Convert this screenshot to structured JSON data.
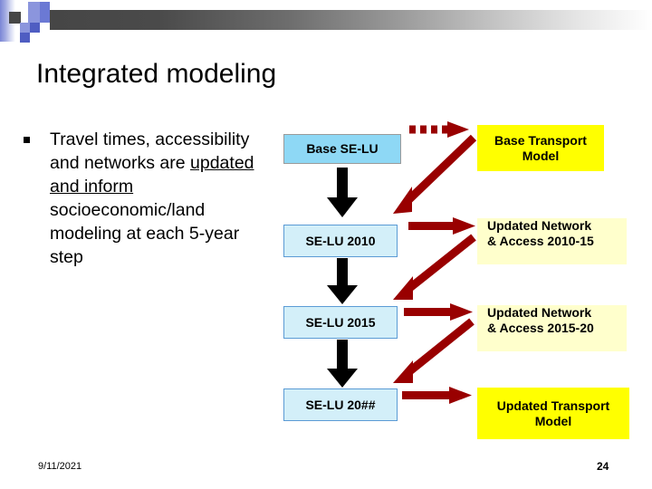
{
  "slide": {
    "title": "Integrated modeling",
    "bullet": {
      "marker": "square-bullet",
      "text_before": "Travel times, accessibility and networks are ",
      "text_underlined": "updated and inform",
      "text_after": " socioeconomic/land modeling at each 5-year step"
    },
    "footer": {
      "date": "9/11/2021",
      "page_number": "24"
    }
  },
  "diagram": {
    "type": "flowchart",
    "left_column_boxes": [
      {
        "id": "base-se-lu",
        "label": "Base SE-LU",
        "fill": "#8ED8F5",
        "border": "#9A9A9A"
      },
      {
        "id": "se-lu-2010",
        "label": "SE-LU 2010",
        "fill": "#D3EFF9",
        "border": "#5B9BD5"
      },
      {
        "id": "se-lu-2015",
        "label": "SE-LU 2015",
        "fill": "#D3EFF9",
        "border": "#5B9BD5"
      },
      {
        "id": "se-lu-20xx",
        "label": "SE-LU 20##",
        "fill": "#D3EFF9",
        "border": "#5B9BD5"
      }
    ],
    "right_column_boxes": [
      {
        "id": "base-transport-model",
        "line1": "Base Transport",
        "line2": "Model",
        "fill": "#FFFF00"
      },
      {
        "id": "updated-network-2010",
        "line1": "Updated Network",
        "line2": "& Access 2010-15",
        "fill": "#FFFFCC"
      },
      {
        "id": "updated-network-2015",
        "line1": "Updated Network",
        "line2": "& Access 2015-20",
        "fill": "#FFFFCC"
      },
      {
        "id": "updated-transport-model",
        "line1": "Updated Transport",
        "line2": "Model",
        "fill": "#FFFF00"
      }
    ],
    "arrows": [
      {
        "id": "dashed-base-to-transport",
        "style": "dashed",
        "color": "#990000",
        "direction": "right"
      },
      {
        "id": "diag-transport-to-se2010",
        "style": "solid",
        "color": "#990000",
        "direction": "down-left"
      },
      {
        "id": "se2010-to-network2010",
        "style": "solid",
        "color": "#990000",
        "direction": "right"
      },
      {
        "id": "diag-network2010-to-se2015",
        "style": "solid",
        "color": "#990000",
        "direction": "down-left"
      },
      {
        "id": "se2015-to-network2015",
        "style": "solid",
        "color": "#990000",
        "direction": "right"
      },
      {
        "id": "diag-network2015-to-se20xx",
        "style": "solid",
        "color": "#990000",
        "direction": "down-left"
      },
      {
        "id": "se20xx-to-transport",
        "style": "solid",
        "color": "#990000",
        "direction": "right"
      },
      {
        "id": "vertical-base-to-2010",
        "style": "solid",
        "color": "#000000",
        "direction": "down"
      },
      {
        "id": "vertical-2010-to-2015",
        "style": "solid",
        "color": "#000000",
        "direction": "down"
      },
      {
        "id": "vertical-2015-to-20xx",
        "style": "solid",
        "color": "#000000",
        "direction": "down"
      }
    ]
  },
  "decor": {
    "banner_gradient_from": "#464646",
    "banner_gradient_to": "#FFFFFF",
    "accent_blue": "#6B79D4",
    "accent_blue_light": "#9AA4E4",
    "accent_dark": "#464646"
  }
}
